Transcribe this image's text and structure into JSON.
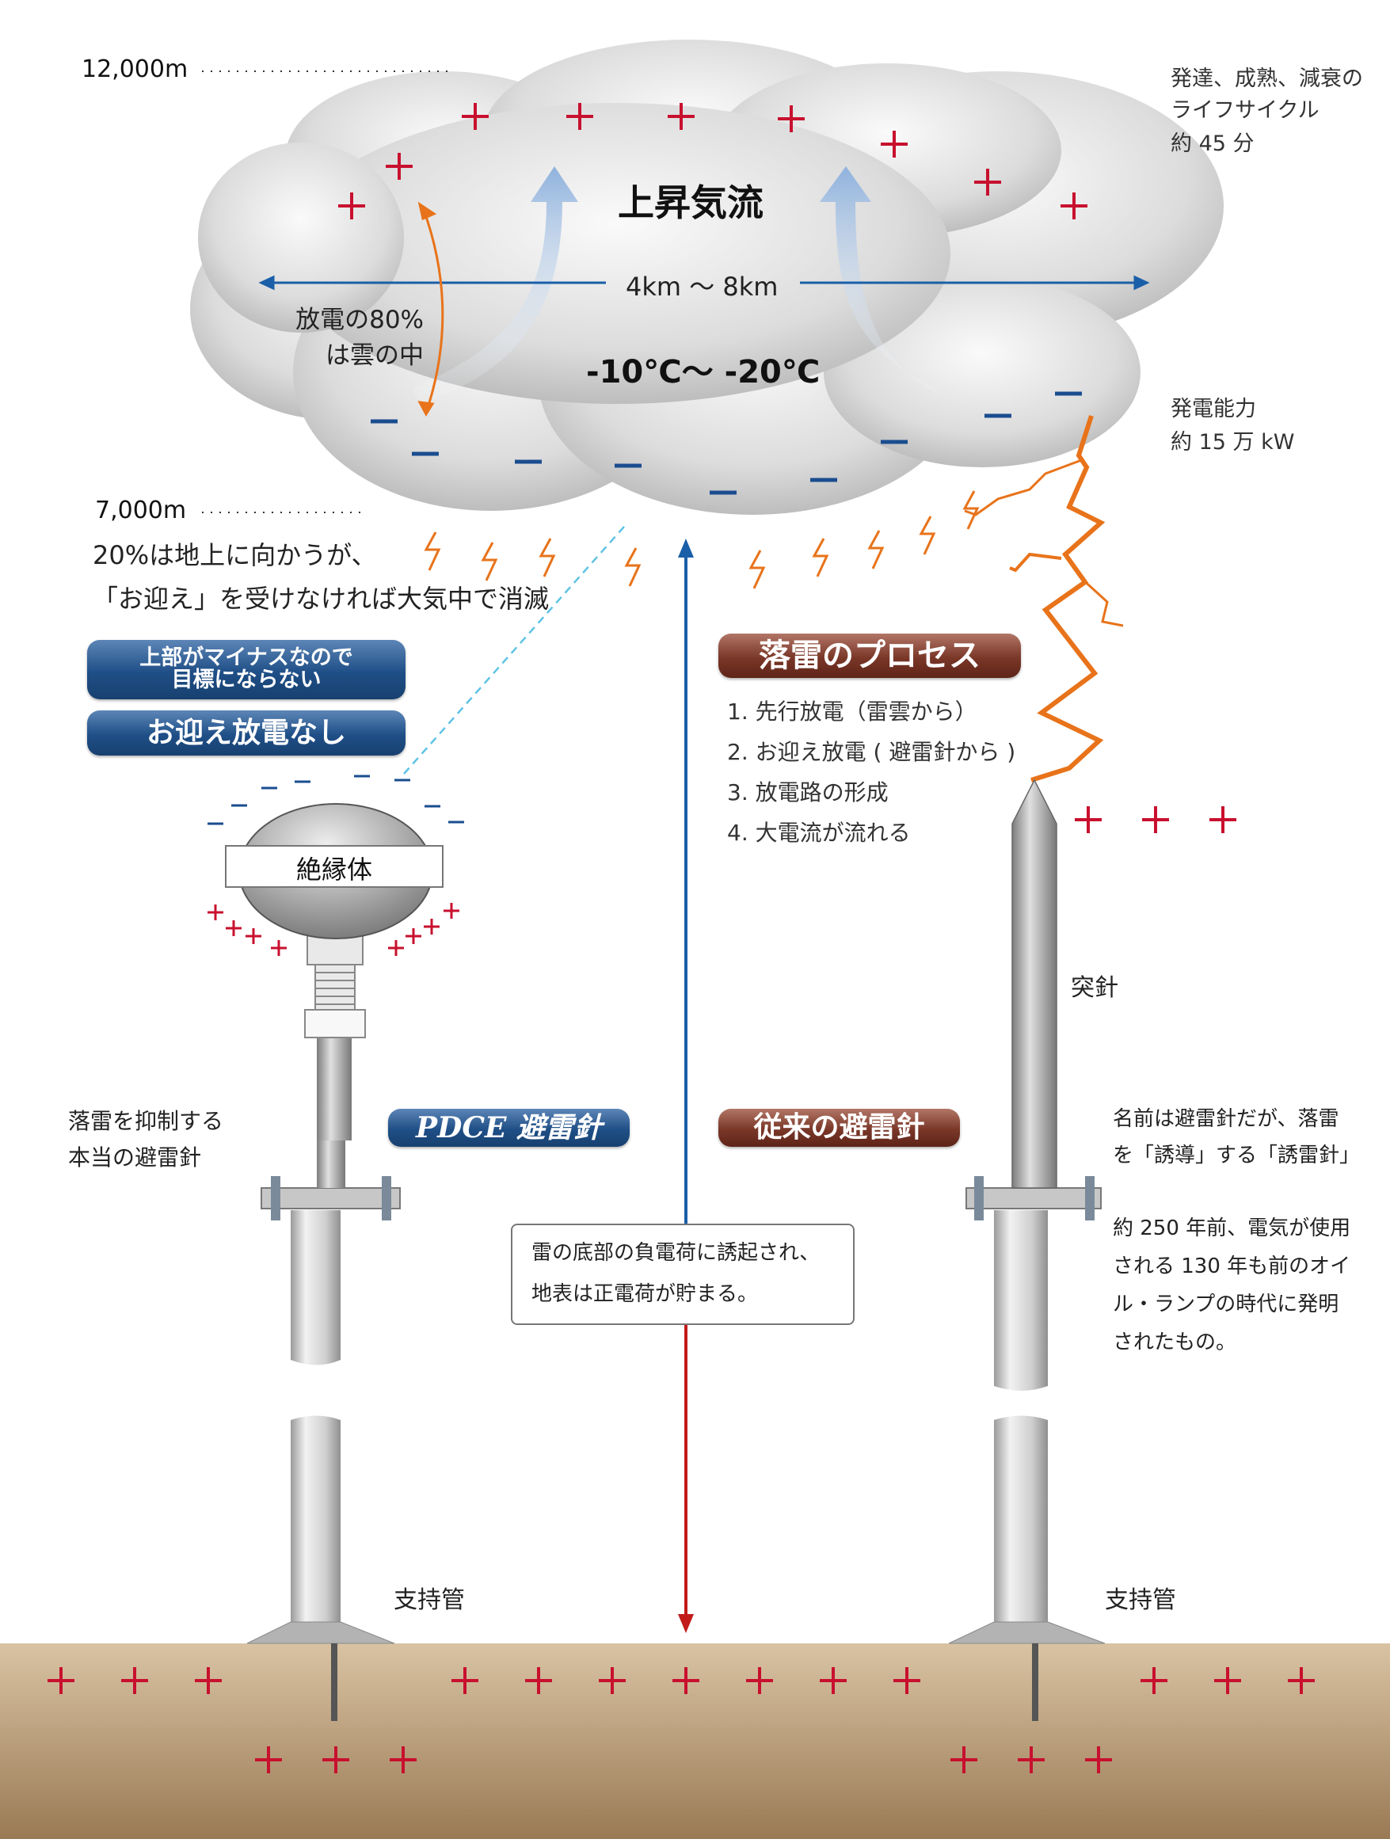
{
  "altitudes": {
    "top": "12,000m",
    "bottom": "7,000m"
  },
  "cloud": {
    "updraft": "上昇気流",
    "width": "4km ～ 8km",
    "temperature": "-10℃～ -20℃",
    "discharge_line1": "放電の80%",
    "discharge_line2": "は雲の中"
  },
  "lifecycle": {
    "line1": "発達、成熟、減衰の",
    "line2": "ライフサイクル",
    "line3": "約 45 分"
  },
  "power": {
    "line1": "発電能力",
    "line2": "約 15 万 kW"
  },
  "ground_note": {
    "line1": "20%は地上に向かうが、",
    "line2": "「お迎え」を受けなければ大気中で消滅"
  },
  "pdce": {
    "reason_line1": "上部がマイナスなので",
    "reason_line2": "目標にならない",
    "no_upward": "お迎え放電なし",
    "insulator": "絶縁体",
    "suppress_line1": "落雷を抑制する",
    "suppress_line2": "本当の避雷針",
    "name_badge": "PDCE 避雷針",
    "support": "支持管"
  },
  "process": {
    "title": "落雷のプロセス",
    "steps": [
      "1. 先行放電（雷雲から）",
      "2. お迎え放電 ( 避雷針から )",
      "3. 放電路の形成",
      "4. 大電流が流れる"
    ]
  },
  "induction": {
    "line1": "雷の底部の負電荷に誘起され、",
    "line2": "地表は正電荷が貯まる。"
  },
  "conventional": {
    "spike": "突針",
    "name_badge": "従来の避雷針",
    "desc_lines": [
      "名前は避雷針だが、落雷",
      "を「誘導」する「誘雷針」"
    ],
    "history_lines": [
      "約 250 年前、電気が使用",
      "される 130 年も前のオイ",
      "ル・ランプの時代に発明",
      "されたもの。"
    ],
    "support": "支持管"
  },
  "colors": {
    "plus": "#c8102e",
    "minus": "#1a4d8f",
    "lightning": "#e8731a",
    "ground": "#b99a72",
    "pdce_badge": "#1f4f87",
    "conventional_badge": "#7a3728"
  }
}
